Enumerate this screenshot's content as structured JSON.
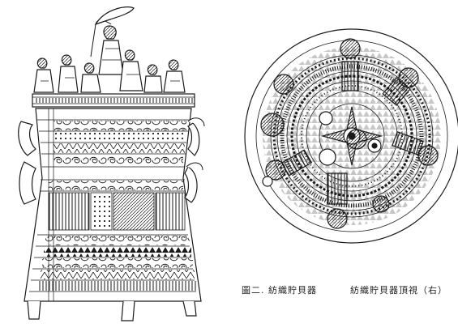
{
  "captions": {
    "left": "圖二. 紡織貯貝器",
    "right": "紡織貯貝器頂視（右）"
  },
  "colors": {
    "ink": "#1a1a1a",
    "paper": "#ffffff"
  },
  "figures": {
    "left": "side-view-drawing",
    "right": "top-view-drawing"
  }
}
